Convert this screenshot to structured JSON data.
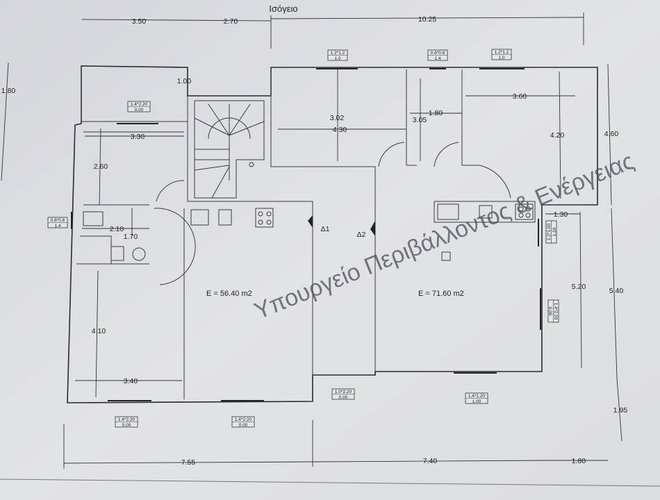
{
  "title": "Ισόγειο",
  "dimensions": [
    "3.50",
    "2.70",
    "10.25",
    "1.80",
    "1.00",
    "3.30",
    "2.60",
    "2.10",
    "1.70",
    "4.10",
    "3.40",
    "3.02",
    "4.30",
    "3.05",
    "1.80",
    "3.60",
    "4.20",
    "4.60",
    "1.30",
    "5.20",
    "5.40",
    "1.95",
    "7.55",
    "7.40",
    "1.80"
  ],
  "windows": [
    {
      "size": "1.4*2.20",
      "sill": "0.00"
    },
    {
      "size": "0.6*0.6",
      "sill": "1.4"
    },
    {
      "size": "1.2*1.2",
      "sill": "1.0"
    },
    {
      "size": "0.6*0.6",
      "sill": "1.4"
    },
    {
      "size": "1.2*1.2",
      "sill": "1.0"
    },
    {
      "size": "1.2*1.00",
      "sill": "1.20"
    },
    {
      "size": "1.4*2.20",
      "sill": "0.00"
    },
    {
      "size": "1.4*2.20",
      "sill": "0.00"
    },
    {
      "size": "1.4*2.20",
      "sill": "0.00"
    },
    {
      "size": "1.0*2.20",
      "sill": "0.00"
    },
    {
      "size": "1.4*1.20",
      "sill": "1.00"
    }
  ],
  "areas": [
    "E = 56.40 m2",
    "E = 71.60 m2"
  ],
  "markers": [
    "Δ1",
    "Δ2"
  ],
  "watermark": "Υπουργείο Περιβάλλοντος & Ενέργειας"
}
